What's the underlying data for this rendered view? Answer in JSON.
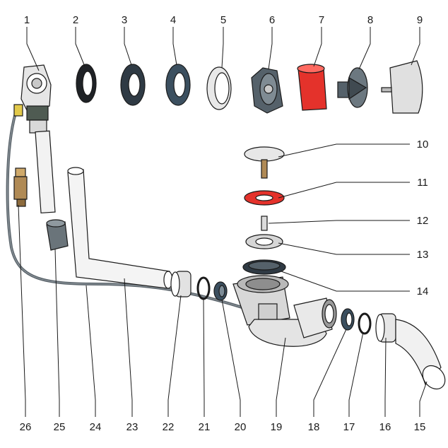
{
  "diagram": {
    "labels": [
      "1",
      "2",
      "3",
      "4",
      "5",
      "6",
      "7",
      "8",
      "9",
      "10",
      "11",
      "12",
      "13",
      "14",
      "15",
      "16",
      "17",
      "18",
      "19",
      "20",
      "21",
      "22",
      "23",
      "24",
      "25",
      "26"
    ]
  },
  "colors": {
    "part_red": "#e4322b",
    "gasket_dark": "#2f3a44",
    "ring_blue": "#3b4f5f",
    "part_light": "#e6e6e6",
    "part_mid": "#c9c9c9",
    "hose": "#5a636a",
    "brass": "#b08a55",
    "label": "#1a1a1a"
  },
  "icons": {
    "overflow_head": "overflow-head-icon",
    "gasket": "gasket-icon",
    "plug": "plug-icon",
    "cap": "cap-icon",
    "elbow": "elbow-icon"
  }
}
